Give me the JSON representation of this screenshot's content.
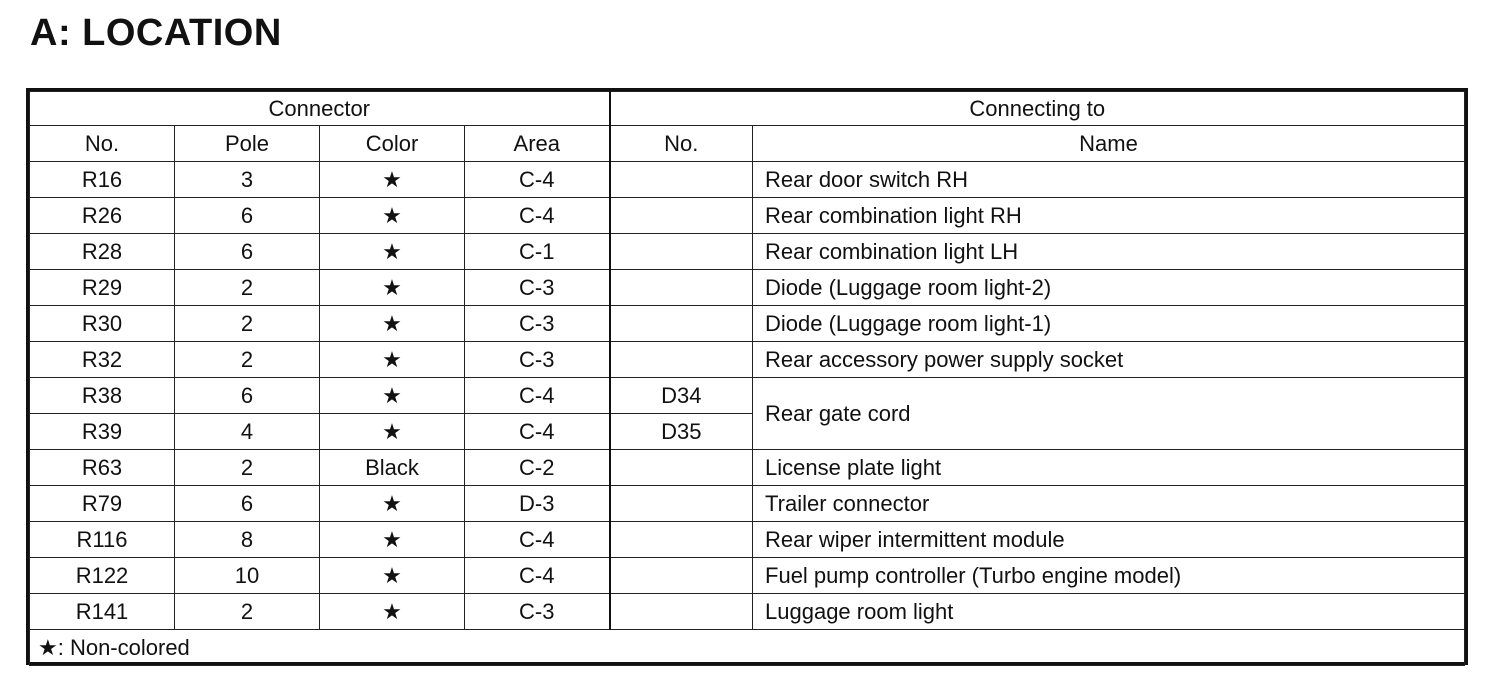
{
  "title": "A:  LOCATION",
  "header": {
    "connector_group": "Connector",
    "connecting_group": "Connecting to",
    "columns": {
      "no": "No.",
      "pole": "Pole",
      "color": "Color",
      "area": "Area",
      "conn_no": "No.",
      "name": "Name"
    }
  },
  "rows": [
    {
      "no": "R16",
      "pole": "3",
      "color": "★",
      "area": "C-4",
      "conn_no": "",
      "name": "Rear door switch RH"
    },
    {
      "no": "R26",
      "pole": "6",
      "color": "★",
      "area": "C-4",
      "conn_no": "",
      "name": "Rear combination light RH"
    },
    {
      "no": "R28",
      "pole": "6",
      "color": "★",
      "area": "C-1",
      "conn_no": "",
      "name": "Rear combination light LH"
    },
    {
      "no": "R29",
      "pole": "2",
      "color": "★",
      "area": "C-3",
      "conn_no": "",
      "name": "Diode (Luggage room light-2)"
    },
    {
      "no": "R30",
      "pole": "2",
      "color": "★",
      "area": "C-3",
      "conn_no": "",
      "name": "Diode (Luggage room light-1)"
    },
    {
      "no": "R32",
      "pole": "2",
      "color": "★",
      "area": "C-3",
      "conn_no": "",
      "name": "Rear accessory power supply socket"
    },
    {
      "no": "R38",
      "pole": "6",
      "color": "★",
      "area": "C-4",
      "conn_no": "D34",
      "name": "Rear gate cord"
    },
    {
      "no": "R39",
      "pole": "4",
      "color": "★",
      "area": "C-4",
      "conn_no": "D35",
      "name": ""
    },
    {
      "no": "R63",
      "pole": "2",
      "color": "Black",
      "area": "C-2",
      "conn_no": "",
      "name": "License plate light"
    },
    {
      "no": "R79",
      "pole": "6",
      "color": "★",
      "area": "D-3",
      "conn_no": "",
      "name": "Trailer connector"
    },
    {
      "no": "R116",
      "pole": "8",
      "color": "★",
      "area": "C-4",
      "conn_no": "",
      "name": "Rear wiper intermittent module"
    },
    {
      "no": "R122",
      "pole": "10",
      "color": "★",
      "area": "C-4",
      "conn_no": "",
      "name": "Fuel pump controller (Turbo engine model)"
    },
    {
      "no": "R141",
      "pole": "2",
      "color": "★",
      "area": "C-3",
      "conn_no": "",
      "name": "Luggage room light"
    }
  ],
  "footnote": "★: Non-colored"
}
